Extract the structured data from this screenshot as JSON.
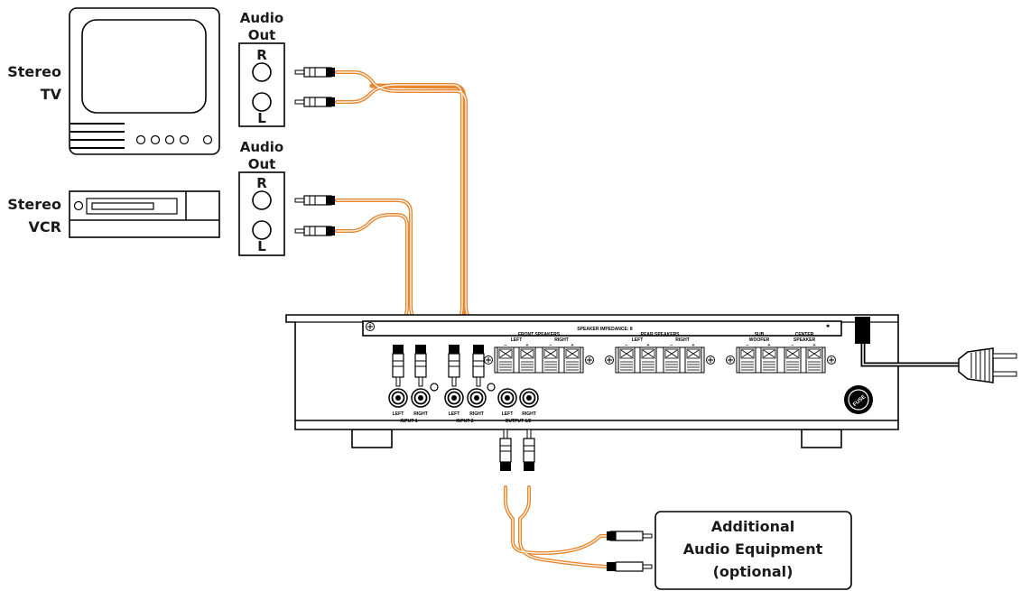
{
  "colors": {
    "cable": "#e8862f",
    "cable_core": "#ffffff",
    "line": "#000000"
  },
  "tv": {
    "label_line1": "Stereo",
    "label_line2": "TV"
  },
  "vcr": {
    "label_line1": "Stereo",
    "label_line2": "VCR"
  },
  "tv_audio_out": {
    "title_line1": "Audio",
    "title_line2": "Out",
    "r": "R",
    "l": "L"
  },
  "vcr_audio_out": {
    "title_line1": "Audio",
    "title_line2": "Out",
    "r": "R",
    "l": "L"
  },
  "amplifier": {
    "impedance": "SPEAKER IMPEDANCE: 8",
    "front_speakers": "FRONT SPEAKERS",
    "rear_speakers": "REAR SPEAKERS",
    "sub_woofer_line1": "SUB",
    "sub_woofer_line2": "WOOFER",
    "center_line1": "CENTER",
    "center_line2": "SPEAKER",
    "left": "LEFT",
    "right": "RIGHT",
    "minus": "−",
    "plus": "+",
    "input1": "INPUT 1",
    "input2": "INPUT 2",
    "output": "OUTPUT 1/2",
    "fuse": "FUSE"
  },
  "additional": {
    "line1": "Additional",
    "line2": "Audio Equipment",
    "line3": "(optional)"
  }
}
